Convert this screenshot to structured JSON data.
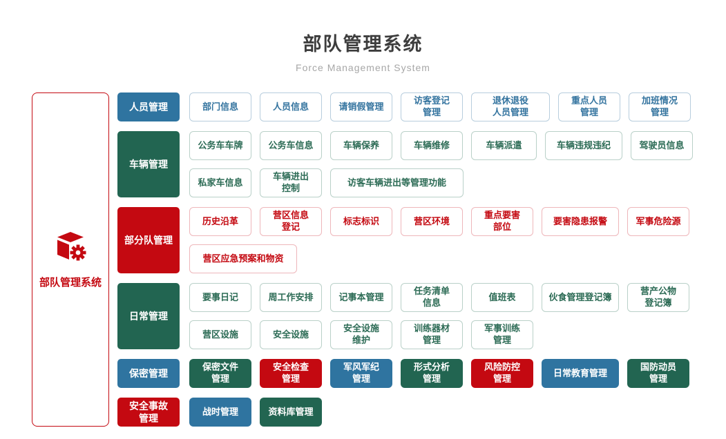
{
  "header": {
    "title": "部队管理系统",
    "subtitle": "Force Management System"
  },
  "root": {
    "label": "部队管理系统",
    "icon": "cube-gear-icon"
  },
  "colors": {
    "blue": "#2f74a0",
    "green": "#226551",
    "red": "#c40911"
  },
  "groups": [
    {
      "id": "personnel",
      "label": "人员管理",
      "color": "blue",
      "item_style": "outline",
      "rows": [
        [
          {
            "label": "部门信息"
          },
          {
            "label": "人员信息"
          },
          {
            "label": "请销假管理"
          },
          {
            "label": "访客登记\n管理"
          },
          {
            "label": "退休退役\n人员管理",
            "w": 114
          },
          {
            "label": "重点人员\n管理"
          },
          {
            "label": "加班情况\n管理"
          }
        ]
      ]
    },
    {
      "id": "vehicle",
      "label": "车辆管理",
      "color": "green",
      "item_style": "outline",
      "rows": [
        [
          {
            "label": "公务车车牌"
          },
          {
            "label": "公务车信息"
          },
          {
            "label": "车辆保养"
          },
          {
            "label": "车辆维修"
          },
          {
            "label": "车辆派遣",
            "w": 95
          },
          {
            "label": "车辆违规违纪",
            "w": 112
          },
          {
            "label": "驾驶员信息"
          }
        ],
        [
          {
            "label": "私家车信息"
          },
          {
            "label": "车辆进出\n控制"
          },
          {
            "label": "访客车辆进出等管理功能",
            "w": 193
          }
        ]
      ]
    },
    {
      "id": "unit",
      "label": "部分队管理",
      "color": "red",
      "item_style": "outline",
      "rows": [
        [
          {
            "label": "历史沿革"
          },
          {
            "label": "营区信息\n登记"
          },
          {
            "label": "标志标识"
          },
          {
            "label": "营区环境"
          },
          {
            "label": "重点要害\n部位"
          },
          {
            "label": "要害隐患报警",
            "w": 112
          },
          {
            "label": "军事危险源"
          }
        ],
        [
          {
            "label": "营区应急预案和物资",
            "w": 156
          }
        ]
      ]
    },
    {
      "id": "daily",
      "label": "日常管理",
      "color": "green",
      "item_style": "outline",
      "rows": [
        [
          {
            "label": "要事日记"
          },
          {
            "label": "周工作安排"
          },
          {
            "label": "记事本管理"
          },
          {
            "label": "任务清单\n信息"
          },
          {
            "label": "值班表"
          },
          {
            "label": "伙食管理登记簿",
            "w": 112
          },
          {
            "label": "营产公物\n登记簿"
          }
        ],
        [
          {
            "label": "营区设施"
          },
          {
            "label": "安全设施"
          },
          {
            "label": "安全设施\n维护"
          },
          {
            "label": "训练器材\n管理"
          },
          {
            "label": "军事训练\n管理"
          }
        ]
      ]
    },
    {
      "id": "secrecy",
      "label": "保密管理",
      "color": "blue",
      "item_style": "solid",
      "rows": [
        [
          {
            "label": "保密文件\n管理",
            "color": "green"
          },
          {
            "label": "安全检查\n管理",
            "color": "red"
          },
          {
            "label": "军风军纪\n管理",
            "color": "blue"
          },
          {
            "label": "形式分析\n管理",
            "color": "green"
          },
          {
            "label": "风险防控\n管理",
            "color": "red"
          },
          {
            "label": "日常教育管理",
            "color": "blue",
            "w": 112
          },
          {
            "label": "国防动员\n管理",
            "color": "green"
          }
        ]
      ]
    },
    {
      "id": "incident",
      "label": "安全事故\n管理",
      "color": "red",
      "item_style": "solid",
      "rows": [
        [
          {
            "label": "战时管理",
            "color": "blue"
          },
          {
            "label": "资料库管理",
            "color": "green"
          }
        ]
      ]
    }
  ]
}
